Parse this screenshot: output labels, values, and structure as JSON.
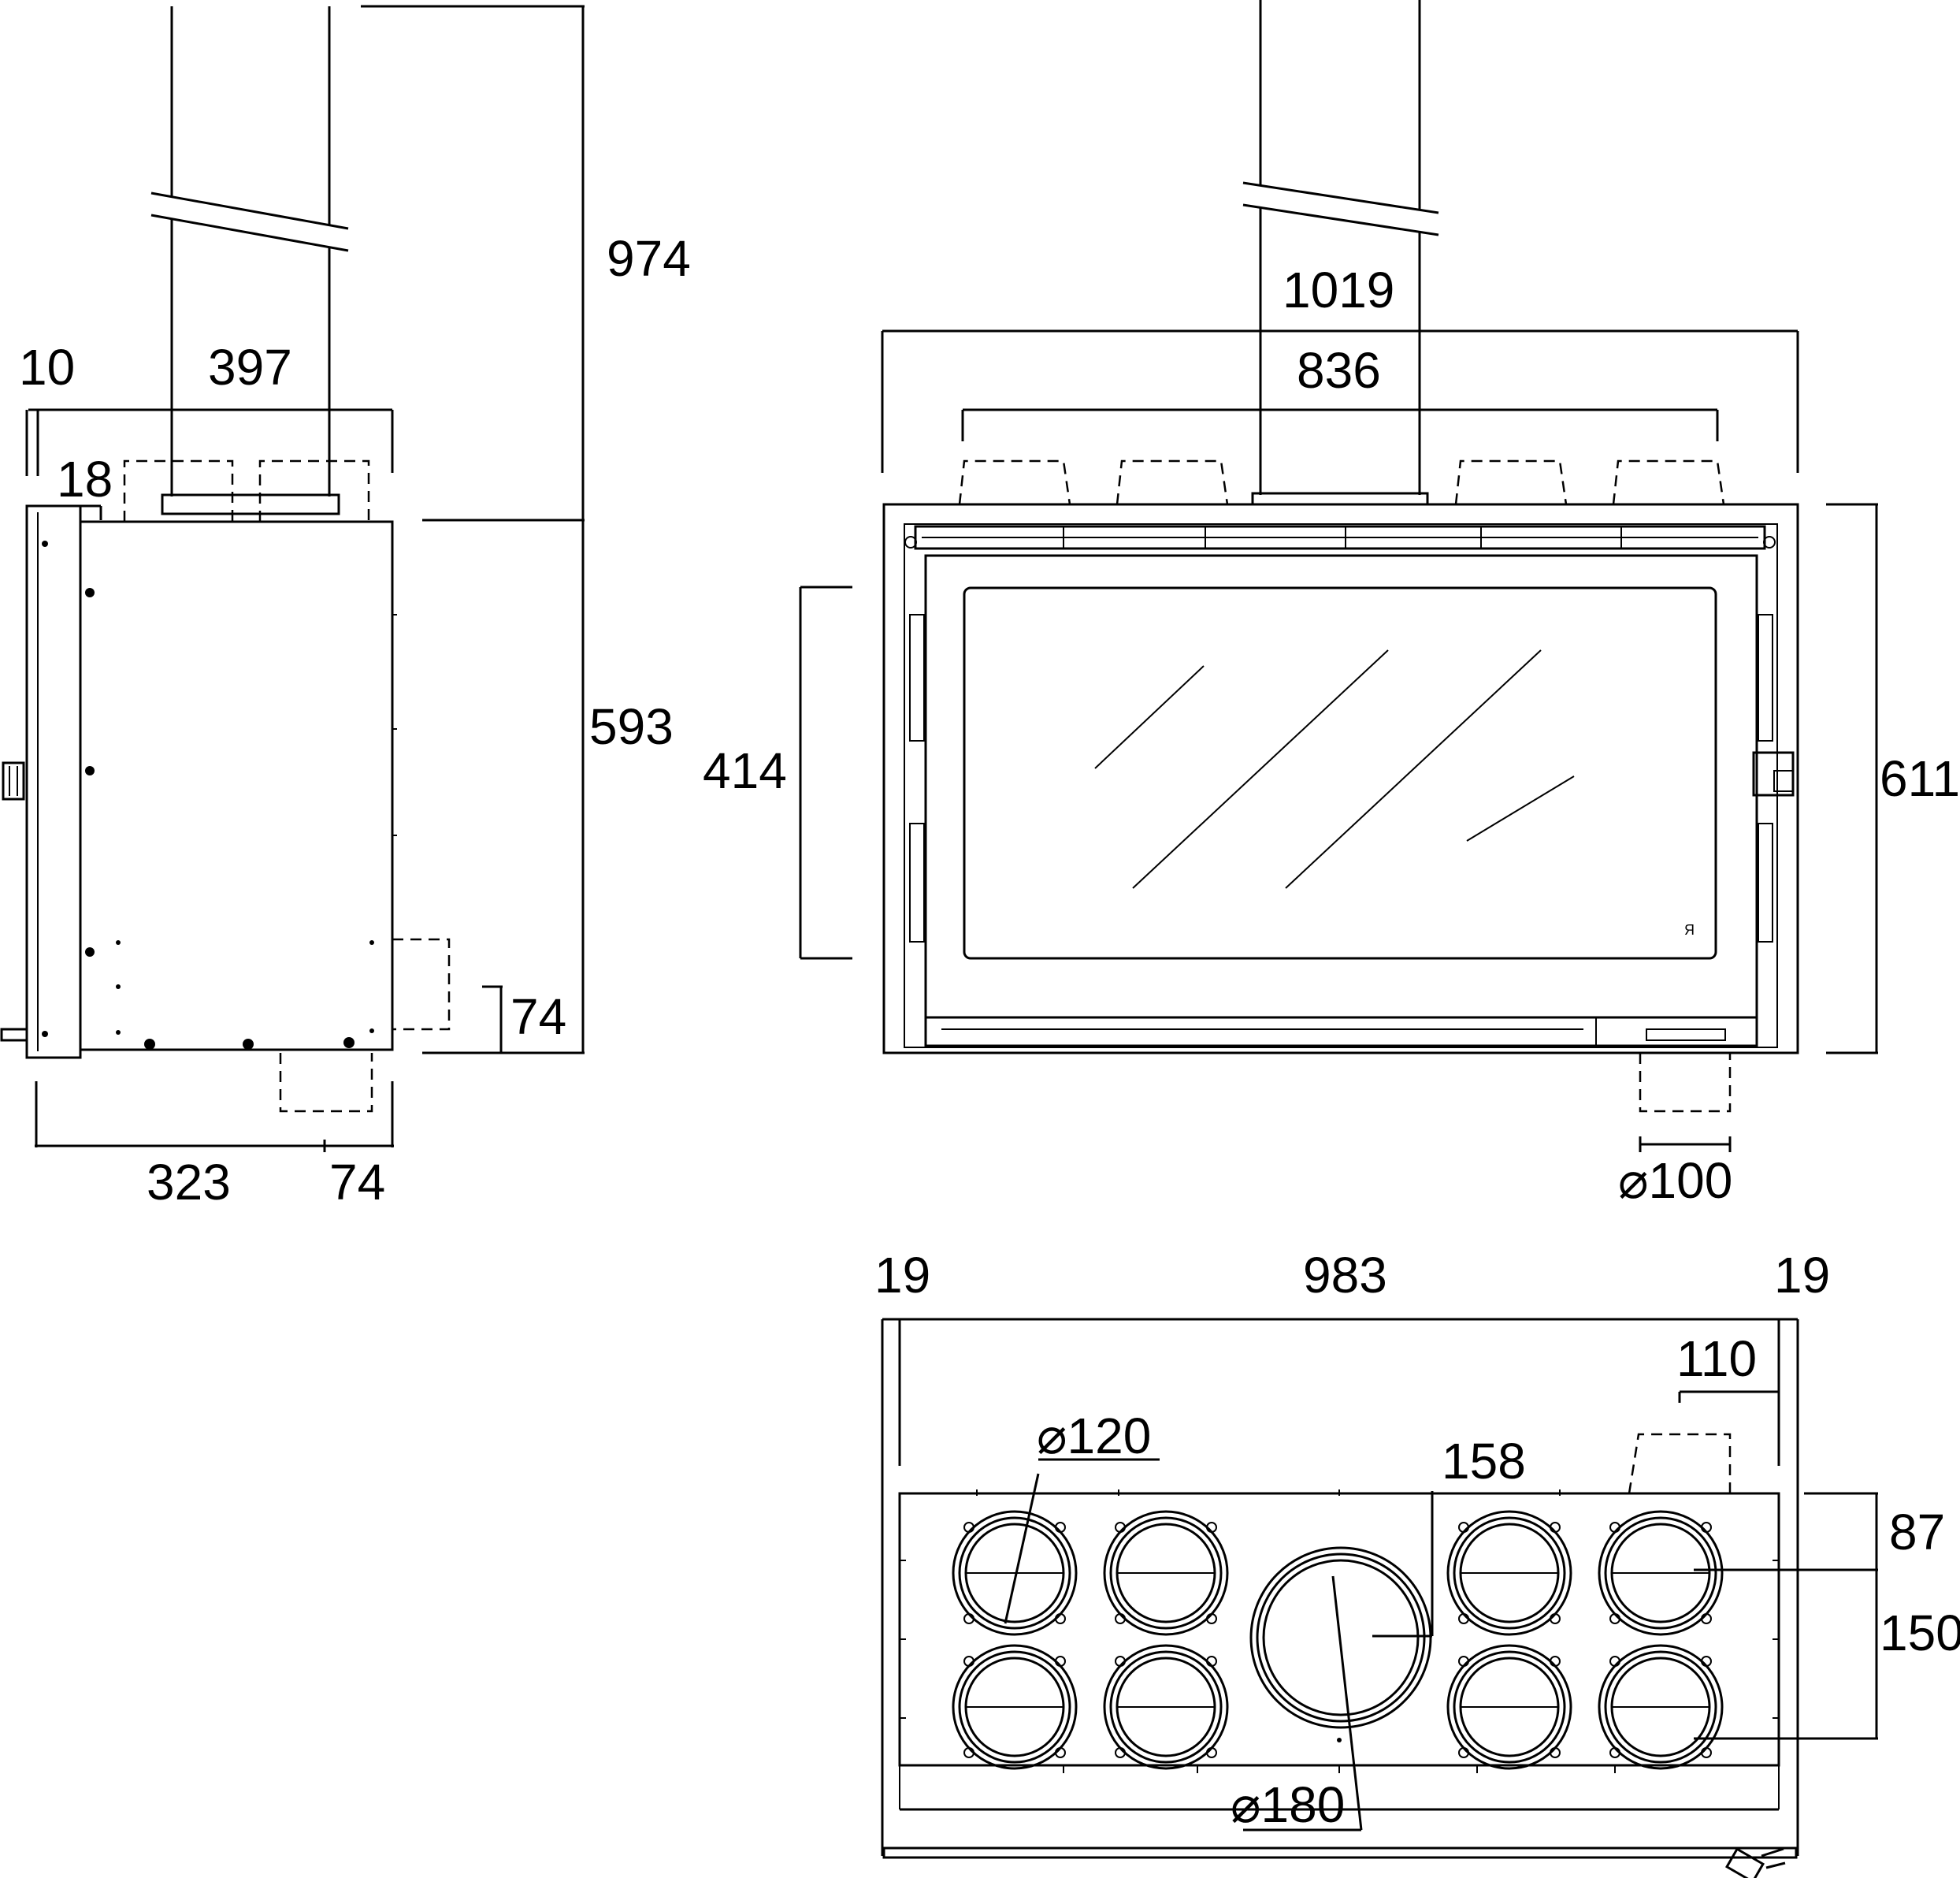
{
  "side_view": {
    "dims": {
      "chimney_total": "974",
      "top_offset": "10",
      "top_width": "397",
      "front_offset": "18",
      "body_height": "593",
      "bottom_inlet_height": "74",
      "depth": "323",
      "bottom_inlet_depth": "74"
    }
  },
  "front_view": {
    "dims": {
      "overall_width": "1019",
      "outlet_span": "836",
      "glass_height": "414",
      "overall_height": "611",
      "inlet_diameter": "⌀100"
    },
    "glass_logo": "Я"
  },
  "top_view": {
    "dims": {
      "left_margin": "19",
      "inner_width": "983",
      "right_margin": "19",
      "inlet_offset": "110",
      "outlet_diameter": "⌀120",
      "flue_offset": "158",
      "row_offset": "87",
      "row_spacing": "150",
      "flue_diameter": "⌀180"
    }
  }
}
